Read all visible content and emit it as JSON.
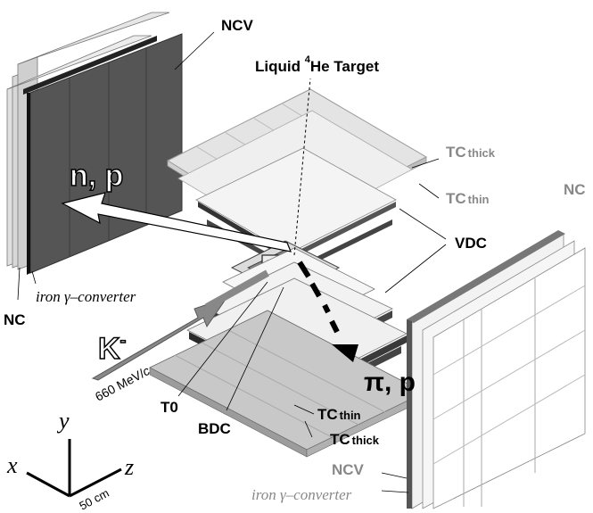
{
  "labels": {
    "ncv_top": "NCV",
    "target": "Liquid ",
    "target_sup": "4",
    "target_rest": "He Target",
    "np": "n, p",
    "tc_thick_top": "TC",
    "tc_thick_top_sub": "thick",
    "tc_thin_top": "TC",
    "tc_thin_top_sub": "thin",
    "nc_right": "NC",
    "vdc": "VDC",
    "iron_conv_left": "iron γ–converter",
    "nc_left": "NC",
    "kminus": "K",
    "kminus_sup": "-",
    "beam_momentum": "660 MeV/",
    "beam_momentum_c": "c",
    "pi_p": "π, p",
    "t0": "T0",
    "bdc": "BDC",
    "tc_thin_bottom": "TC",
    "tc_thin_bottom_sub": "thin",
    "tc_thick_bottom": "TC",
    "tc_thick_bottom_sub": "thick",
    "ncv_bottom": "NCV",
    "iron_conv_right": "iron γ–converter"
  },
  "axes": {
    "x": "x",
    "y": "y",
    "z": "z",
    "scale": "50 cm"
  },
  "colors": {
    "ncv_dark": "#555555",
    "plate_light": "#e6e6e6",
    "plate_mid": "#c8c8c8",
    "gray_text": "#888888"
  }
}
